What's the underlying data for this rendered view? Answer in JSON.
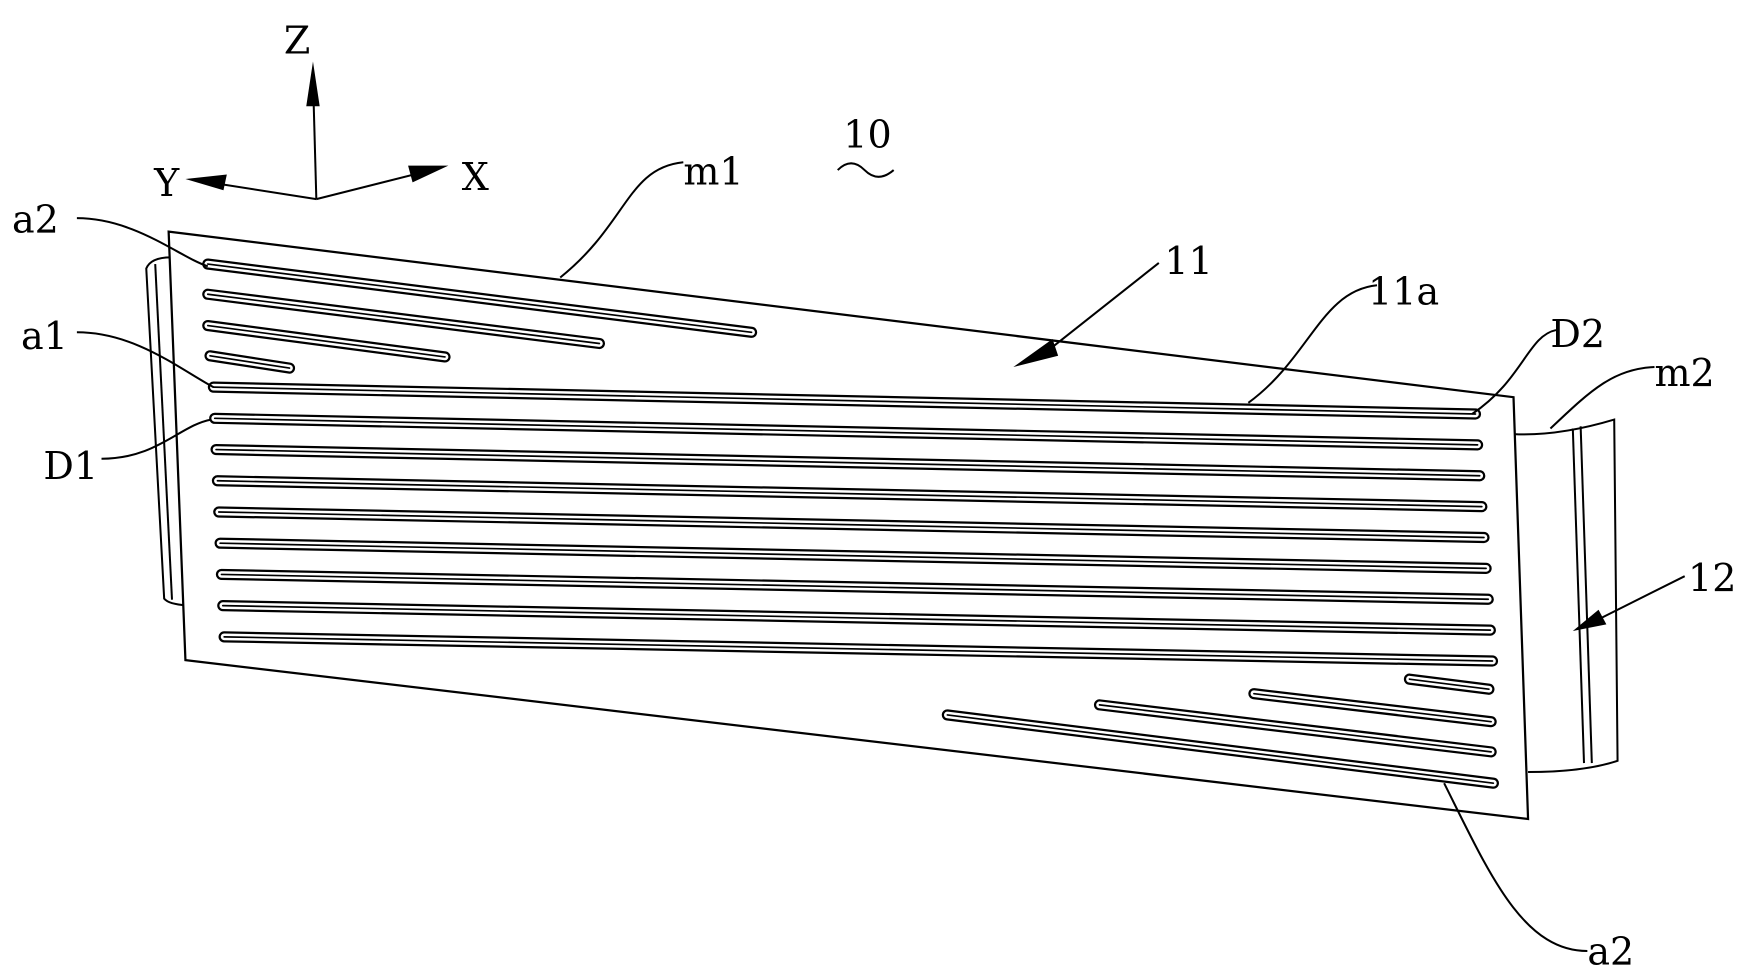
{
  "figure": {
    "axes": {
      "z": "Z",
      "y": "Y",
      "x": "X"
    },
    "assembly_ref": "10",
    "labels": {
      "m1": "m1",
      "a2_top": "a2",
      "a1": "a1",
      "d1": "D1",
      "part11": "11",
      "part11a": "11a",
      "d2": "D2",
      "m2": "m2",
      "part12": "12",
      "a2_bottom": "a2"
    }
  }
}
